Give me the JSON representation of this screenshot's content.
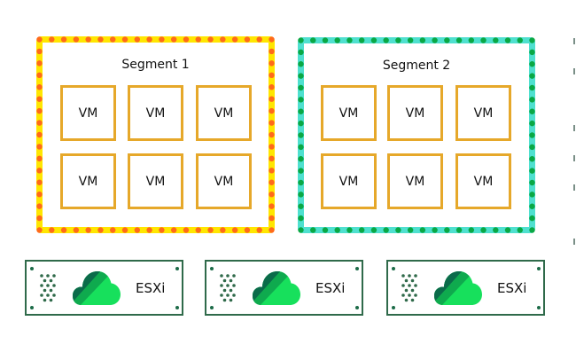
{
  "colors": {
    "segment1_border": "#ffe600",
    "segment1_dots": "#ff6a1a",
    "segment2_border": "#4fe0cf",
    "segment2_dots": "#0aa845",
    "vm_border": "#e6a82a",
    "host_border": "#2f6a4a",
    "cloud_dark": "#0b6b4a",
    "cloud_mid": "#0faa4e",
    "cloud_light": "#17e05c"
  },
  "segments": [
    {
      "title": "Segment 1",
      "vms": [
        "VM",
        "VM",
        "VM",
        "VM",
        "VM",
        "VM"
      ]
    },
    {
      "title": "Segment 2",
      "vms": [
        "VM",
        "VM",
        "VM",
        "VM",
        "VM",
        "VM"
      ]
    }
  ],
  "hosts": [
    {
      "label": "ESXi",
      "icon": "cloud-icon"
    },
    {
      "label": "ESXi",
      "icon": "cloud-icon"
    },
    {
      "label": "ESXi",
      "icon": "cloud-icon"
    }
  ]
}
